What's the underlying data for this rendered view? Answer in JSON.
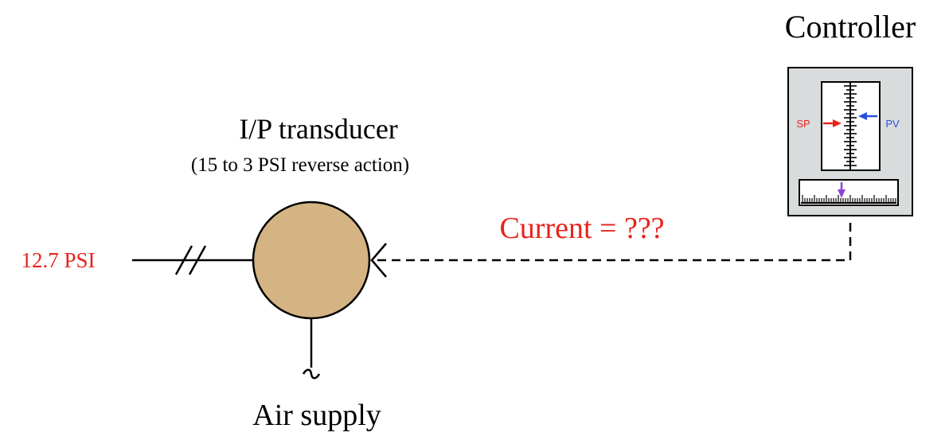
{
  "labels": {
    "controller": "Controller",
    "transducer_title": "I/P transducer",
    "transducer_subtitle": "(15 to 3 PSI reverse action)",
    "current": "Current = ???",
    "output_pressure": "12.7 PSI",
    "air_supply": "Air supply",
    "sp": "SP",
    "pv": "PV"
  },
  "colors": {
    "transducer_fill": "#d4b483",
    "controller_face": "#d9dcdc",
    "highlight_red": "#e8231b",
    "pv_blue": "#2a4fe0",
    "output_purple": "#8b46d6",
    "line": "#000000"
  },
  "icons": {
    "transducer": "circle",
    "pneumatic_signal": "double-slash-line",
    "electric_signal": "dashed-line",
    "air_supply": "tilde-line"
  }
}
